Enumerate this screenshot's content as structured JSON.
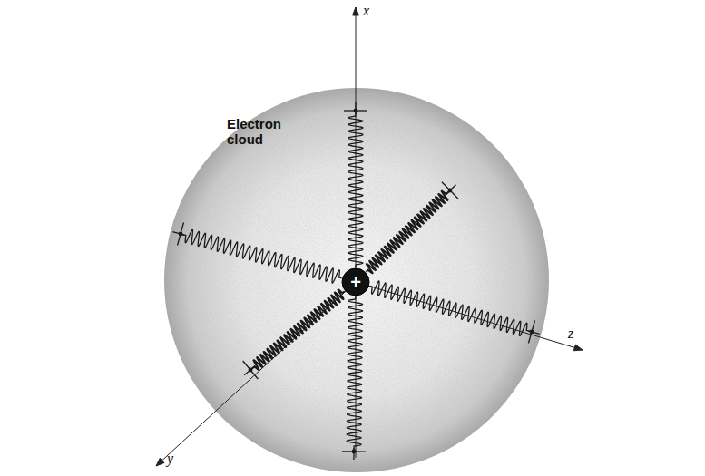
{
  "diagram": {
    "nodes": [
      {
        "text": [
          "Electron cloud"
        ]
      },
      {
        "text": [
          "+"
        ],
        "in": 0
      }
    ],
    "labels": [
      "x",
      "y",
      "z"
    ]
  }
}
